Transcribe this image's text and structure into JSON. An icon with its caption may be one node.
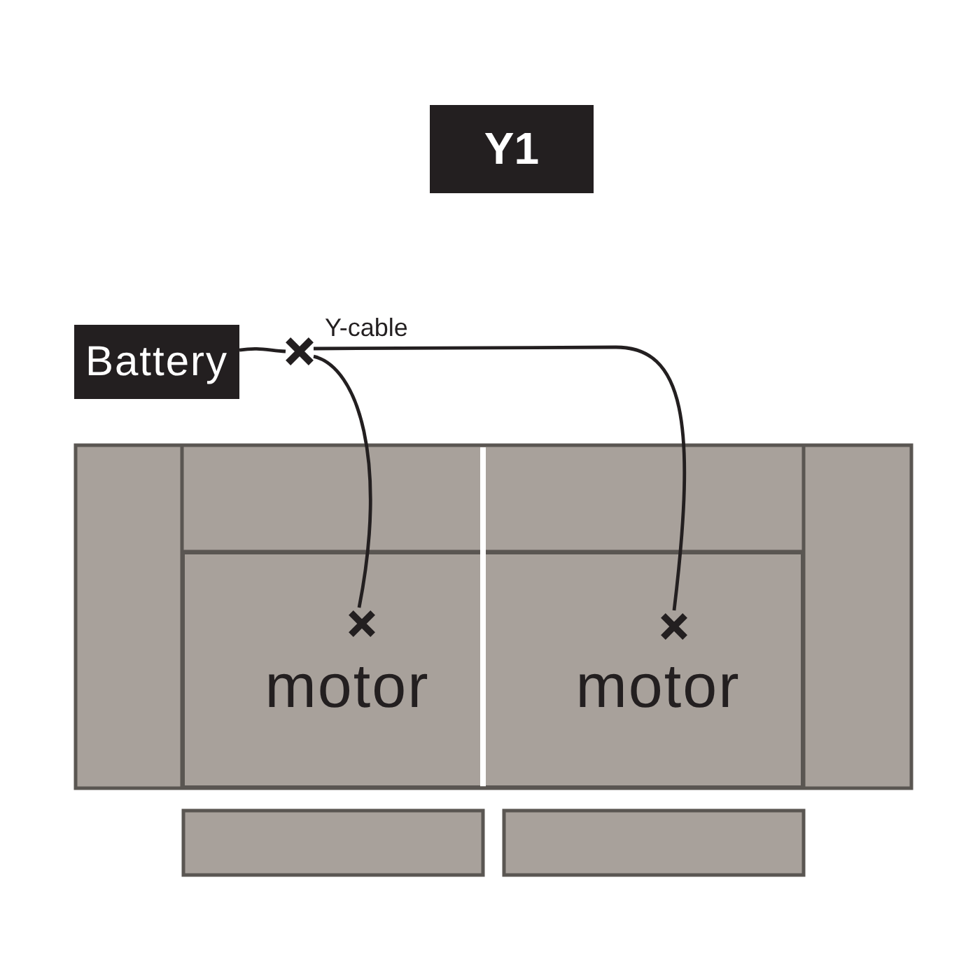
{
  "diagram": {
    "title": "Y1",
    "nodes": [
      {
        "text": [
          "Battery"
        ]
      },
      {
        "text": [],
        "shape": "cross",
        "beside": [
          "Y-cable"
        ]
      },
      {
        "text": [
          "motor"
        ]
      },
      {
        "text": [],
        "shape": "cross",
        "in": 2
      },
      {
        "text": [
          "motor"
        ]
      },
      {
        "text": [],
        "shape": "cross",
        "in": 4
      }
    ],
    "edges": [
      {
        "from": 0,
        "to": 1,
        "arrow": "none"
      },
      {
        "from": 1,
        "to": 3,
        "arrow": "none"
      },
      {
        "from": 1,
        "to": 5,
        "arrow": "none"
      }
    ]
  }
}
